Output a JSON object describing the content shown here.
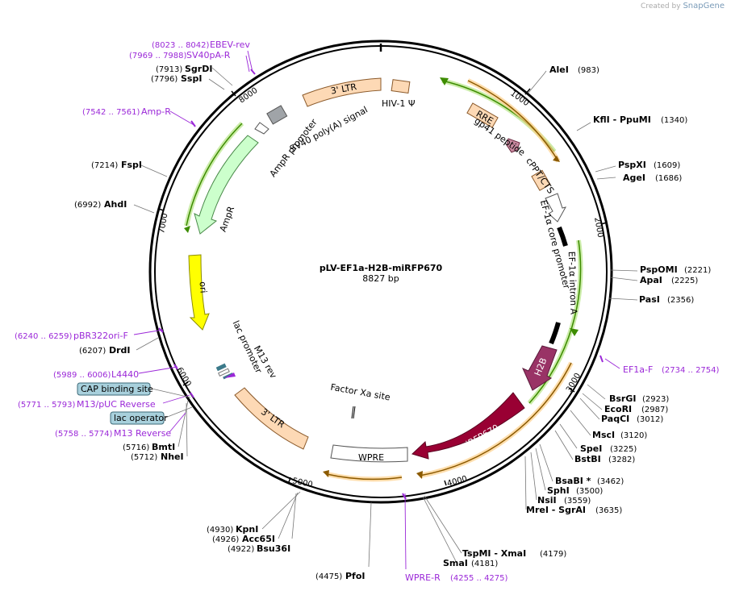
{
  "credit": {
    "prefix": "Created by",
    "brand": "SnapGene"
  },
  "plasmid": {
    "name": "pLV-EF1a-H2B-miRFP670",
    "length": "8827 bp"
  },
  "ticks": [
    "1000",
    "2000",
    "3000",
    "4000",
    "5000",
    "6000",
    "7000",
    "8000"
  ],
  "sites": [
    {
      "name": "AleI",
      "pos": "(983)"
    },
    {
      "name": "KflI  - PpuMI",
      "pos": "(1340)"
    },
    {
      "name": "PspXI",
      "pos": "(1609)"
    },
    {
      "name": "AgeI",
      "pos": "(1686)"
    },
    {
      "name": "PspOMI",
      "pos": "(2221)"
    },
    {
      "name": "ApaI",
      "pos": "(2225)"
    },
    {
      "name": "PasI",
      "pos": "(2356)"
    },
    {
      "name": "BsrGI",
      "pos": "(2923)"
    },
    {
      "name": "EcoRI",
      "pos": "(2987)"
    },
    {
      "name": "PaqCI",
      "pos": "(3012)"
    },
    {
      "name": "MscI",
      "pos": "(3120)"
    },
    {
      "name": "SpeI",
      "pos": "(3225)"
    },
    {
      "name": "BstBI",
      "pos": "(3282)"
    },
    {
      "name": "BsaBI *",
      "pos": "(3462)"
    },
    {
      "name": "SphI",
      "pos": "(3500)"
    },
    {
      "name": "NsiI",
      "pos": "(3559)"
    },
    {
      "name": "MreI  - SgrAI",
      "pos": "(3635)"
    },
    {
      "name": "TspMI  - XmaI",
      "pos": "(4179)"
    },
    {
      "name": "SmaI",
      "pos": "(4181)"
    },
    {
      "name": "PfoI",
      "pos": "(4475)"
    },
    {
      "name": "KpnI",
      "pos": "(4930)"
    },
    {
      "name": "Acc65I",
      "pos": "(4926)"
    },
    {
      "name": "Bsu36I",
      "pos": "(4922)"
    },
    {
      "name": "BmtI",
      "pos": "(5716)"
    },
    {
      "name": "NheI",
      "pos": "(5712)"
    },
    {
      "name": "DrdI",
      "pos": "(6207)"
    },
    {
      "name": "AhdI",
      "pos": "(6992)"
    },
    {
      "name": "FspI",
      "pos": "(7214)"
    },
    {
      "name": "SspI",
      "pos": "(7796)"
    },
    {
      "name": "SgrDI",
      "pos": "(7913)"
    }
  ],
  "primers": [
    {
      "name": "EV-rev",
      "pos": "(8023 .. 8042)",
      "prefix": "EB"
    },
    {
      "name": "SV40pA-R",
      "pos": "(7969 .. 7988)"
    },
    {
      "name": "Amp-R",
      "pos": "(7542 .. 7561)"
    },
    {
      "name": "pBR322ori-F",
      "pos": "(6240 .. 6259)"
    },
    {
      "name": "L4440",
      "pos": "(5989 .. 6006)"
    },
    {
      "name": "M13/pUC Reverse",
      "pos": "(5771 .. 5793)"
    },
    {
      "name": "M13 Reverse",
      "pos": "(5758 .. 5774)"
    },
    {
      "name": "EF1a-F",
      "pos": "(2734 .. 2754)"
    },
    {
      "name": "WPRE-R",
      "pos": "(4255 .. 4275)"
    }
  ],
  "boxed": [
    {
      "name": "CAP binding site"
    },
    {
      "name": "lac operator"
    }
  ],
  "features": {
    "ltr3_top": "3' LTR",
    "hiv_psi": "HIV-1 Ψ",
    "rre": "RRE",
    "gp41": "gp41 peptide",
    "cppt": "cPPT/CTS",
    "ef1a_core": "EF-1α core promoter",
    "ef1a_intron": "EF-1α intron A",
    "h2b": "H2B",
    "mirfp670": "miRFP670",
    "wpre": "WPRE",
    "factor_xa": "Factor Xa site",
    "ltr3_bottom": "3' LTR",
    "m13rev": "M13 rev",
    "lac_promoter": "lac promoter",
    "ori": "ori",
    "ampr": "AmpR",
    "ampr_promoter": "AmpR promoter",
    "sv40": "SV40 poly(A) signal"
  },
  "colors": {
    "ltr": "#fdd9b5",
    "ori": "#ffff00",
    "ampr": "#ccffcc",
    "h2b": "#993366",
    "mirfp": "#990033",
    "primer": "#9b28d8",
    "orf_green": "#66cc00",
    "orf_orange": "#f5a623",
    "box": "#a8d0dc"
  }
}
